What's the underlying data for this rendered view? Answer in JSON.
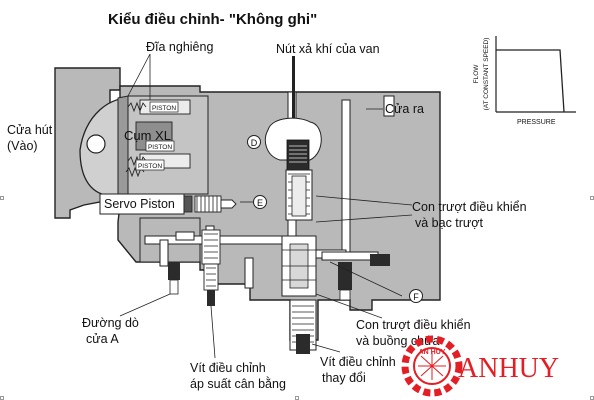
{
  "title": "Kiểu điều chỉnh- \"Không ghi\"",
  "labels": {
    "swash_plate": "Đĩa nghiêng",
    "bleed_screw": "Nút xả khí của van",
    "inlet_line1": "Cửa hút",
    "inlet_line2": "(Vào)",
    "outlet": "Cửa ra",
    "rotating_group": "Cụm XL",
    "servo_piston": "Servo Piston",
    "control_spool_line1": "Con trượt điều khiển",
    "control_spool_line2": "và bạc trượt",
    "port_a_line1": "Đường dò",
    "port_a_line2": "cửa A",
    "spool_chamber_line1": "Con trượt điều khiển",
    "spool_chamber_line2": "và buồng chứa",
    "comp_screw_line1": "Vít điều chỉnh",
    "comp_screw_line2": "áp suất cân bằng",
    "diff_screw_line1": "Vít điều chỉnh",
    "diff_screw_line2": "thay đổi",
    "piston_tag_1": "PISTON",
    "piston_tag_2": "PISTON",
    "piston_tag_3": "PISTON",
    "marker_d": "D",
    "marker_e": "E",
    "marker_f": "F"
  },
  "inset_chart": {
    "y_label_line1": "FLOW",
    "y_label_line2": "(AT CONSTANT SPEED)",
    "x_label": "PRESSURE"
  },
  "logo": {
    "text": "ANHUY",
    "wheel_text": "AN HUY",
    "brand_color": "#e31e24"
  },
  "colors": {
    "body_fill": "#b9b9b9",
    "body_stroke": "#222222",
    "passage": "#ffffff",
    "dark_part": "#333333"
  }
}
